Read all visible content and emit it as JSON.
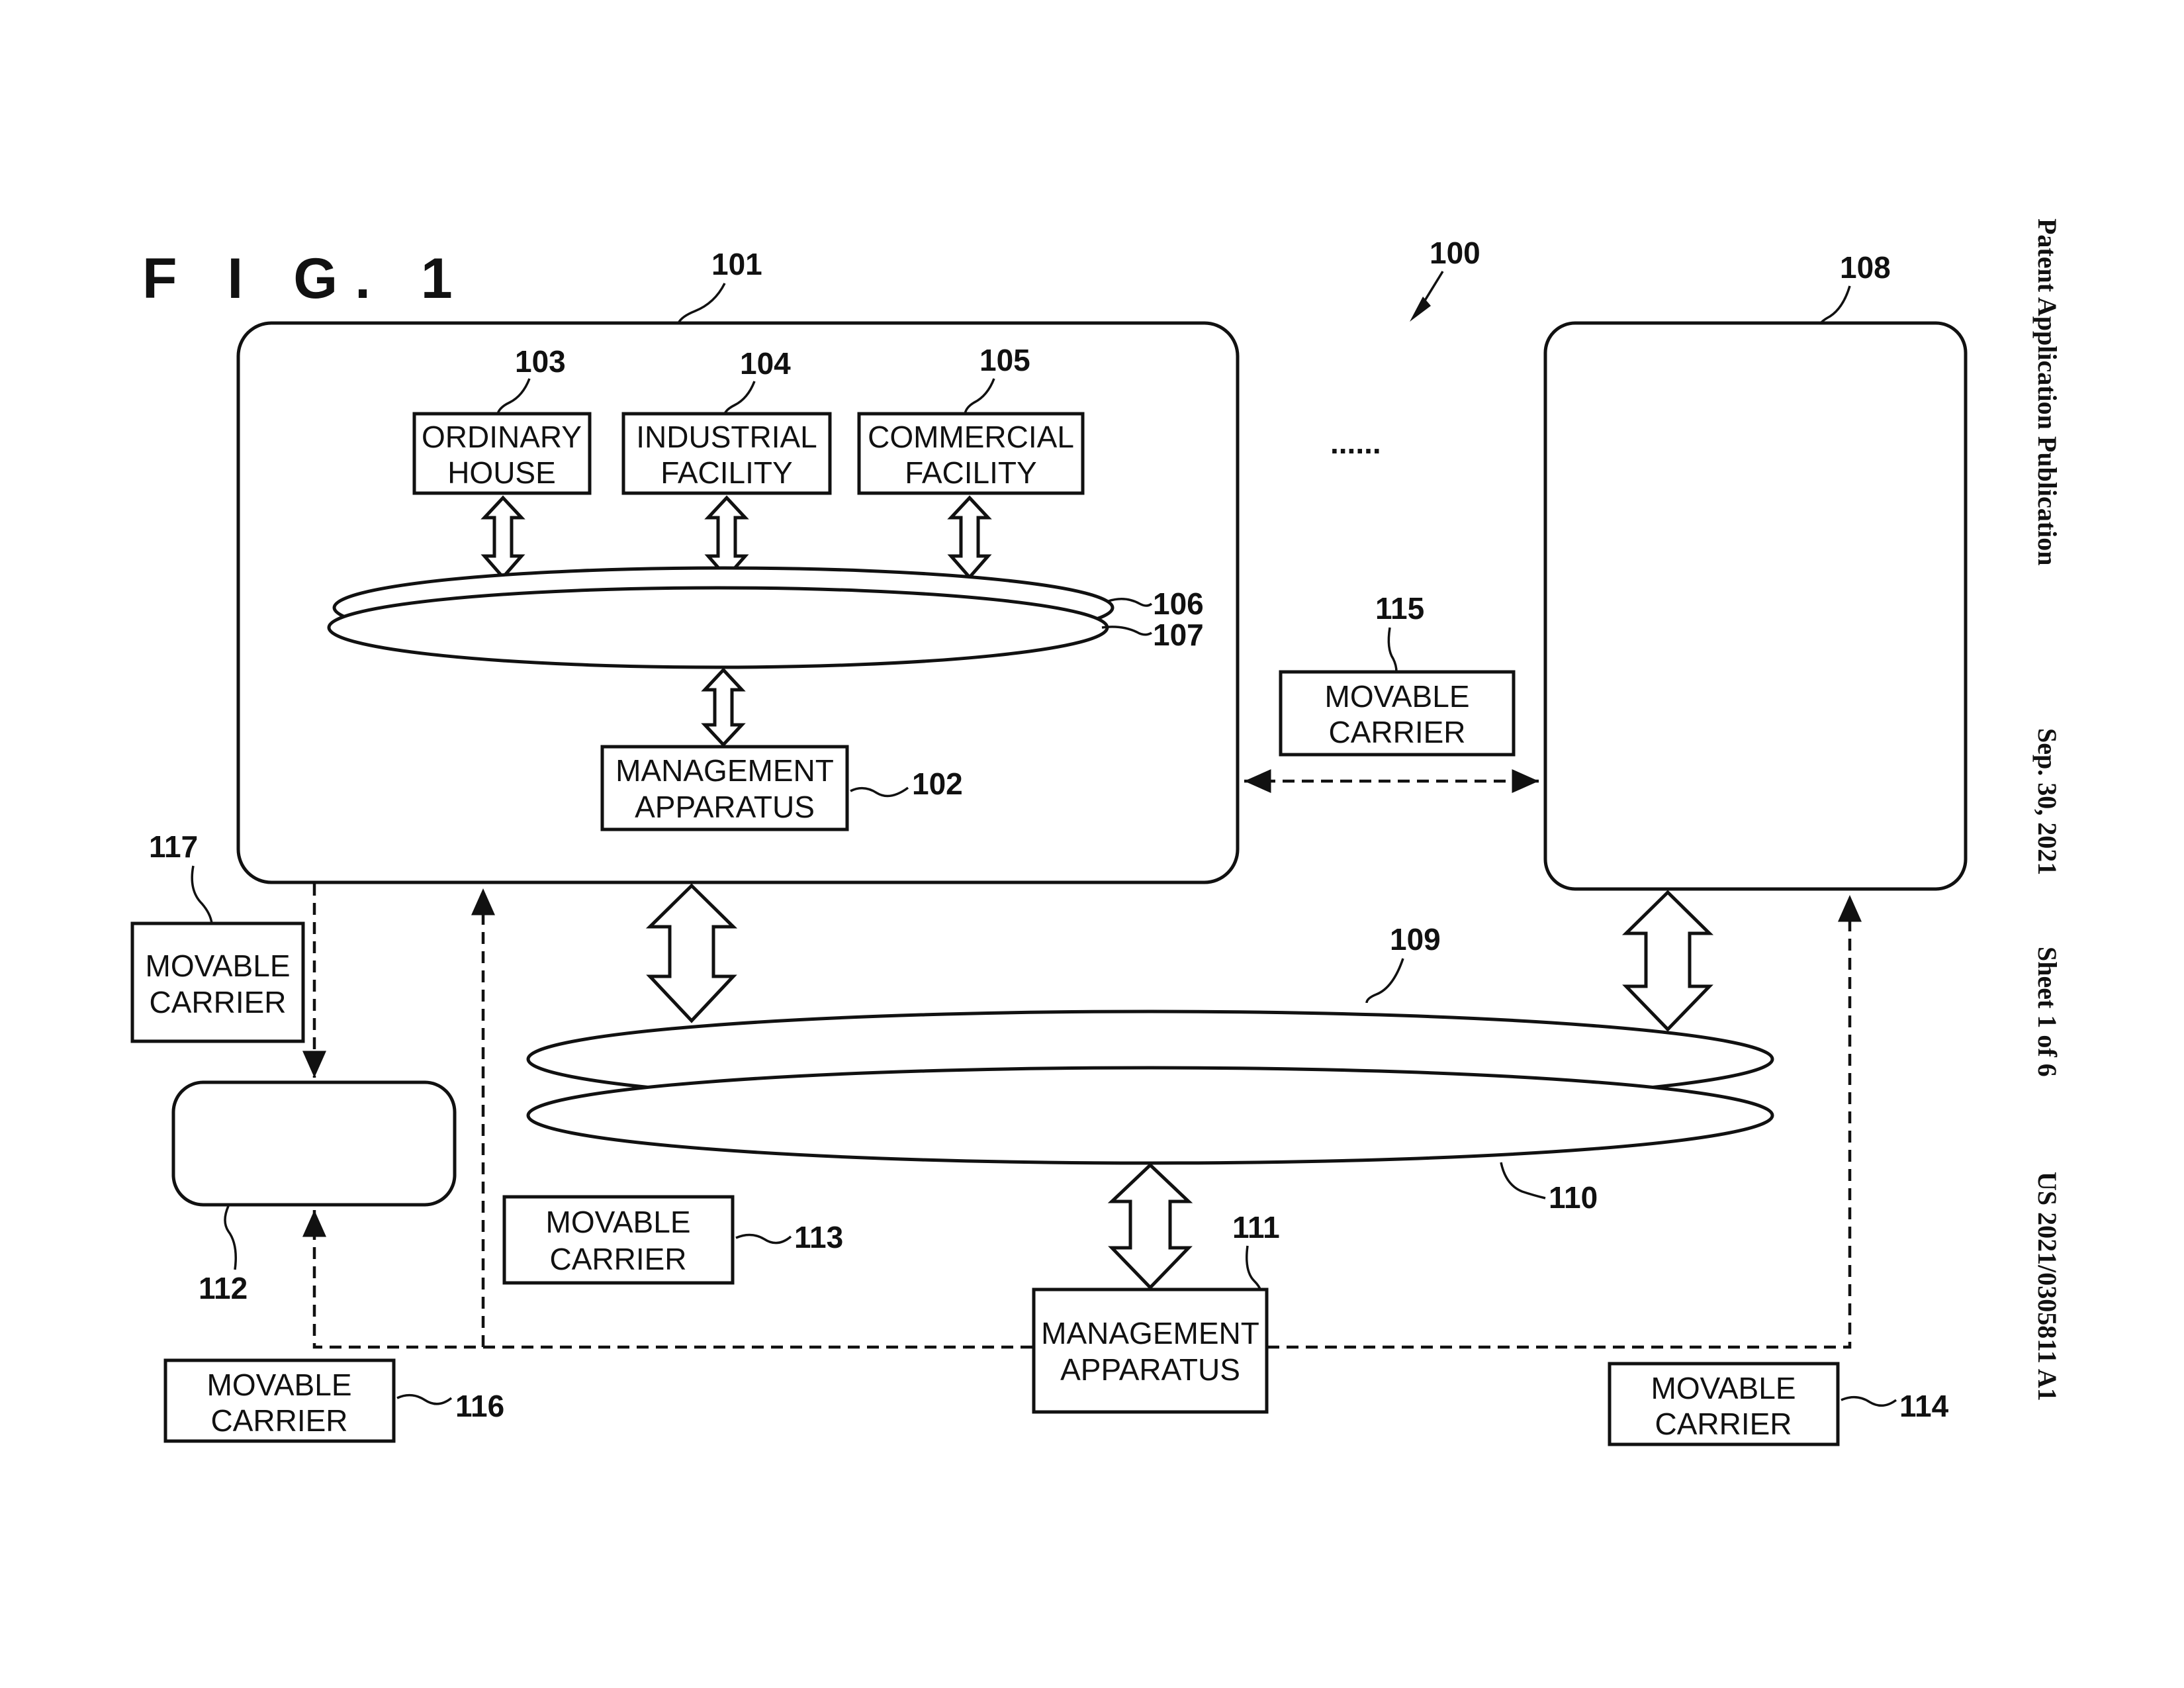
{
  "header": {
    "publication_type": "Patent Application Publication",
    "date": "Sep. 30, 2021",
    "sheet": "Sheet 1 of 6",
    "number": "US 2021/0305811 A1"
  },
  "figure": {
    "title": "F I G. 1",
    "system_ref": "100",
    "ellipsis": "......",
    "region_101": {
      "ref": "101"
    },
    "region_108": {
      "ref": "108"
    },
    "node_112": {
      "ref": "112"
    },
    "ordinary_house": {
      "ref": "103",
      "line1": "ORDINARY",
      "line2": "HOUSE"
    },
    "industrial_facility": {
      "ref": "104",
      "line1": "INDUSTRIAL",
      "line2": "FACILITY"
    },
    "commercial_facility": {
      "ref": "105",
      "line1": "COMMERCIAL",
      "line2": "FACILITY"
    },
    "local_network": {
      "ref_a": "106",
      "ref_b": "107"
    },
    "management_102": {
      "ref": "102",
      "line1": "MANAGEMENT",
      "line2": "APPARATUS"
    },
    "wide_network": {
      "ref_a": "109",
      "ref_b": "110"
    },
    "management_111": {
      "ref": "111",
      "line1": "MANAGEMENT",
      "line2": "APPARATUS"
    },
    "carrier_113": {
      "ref": "113",
      "line1": "MOVABLE",
      "line2": "CARRIER"
    },
    "carrier_114": {
      "ref": "114",
      "line1": "MOVABLE",
      "line2": "CARRIER"
    },
    "carrier_115": {
      "ref": "115",
      "line1": "MOVABLE",
      "line2": "CARRIER"
    },
    "carrier_116": {
      "ref": "116",
      "line1": "MOVABLE",
      "line2": "CARRIER"
    },
    "carrier_117": {
      "ref": "117",
      "line1": "MOVABLE",
      "line2": "CARRIER"
    }
  }
}
